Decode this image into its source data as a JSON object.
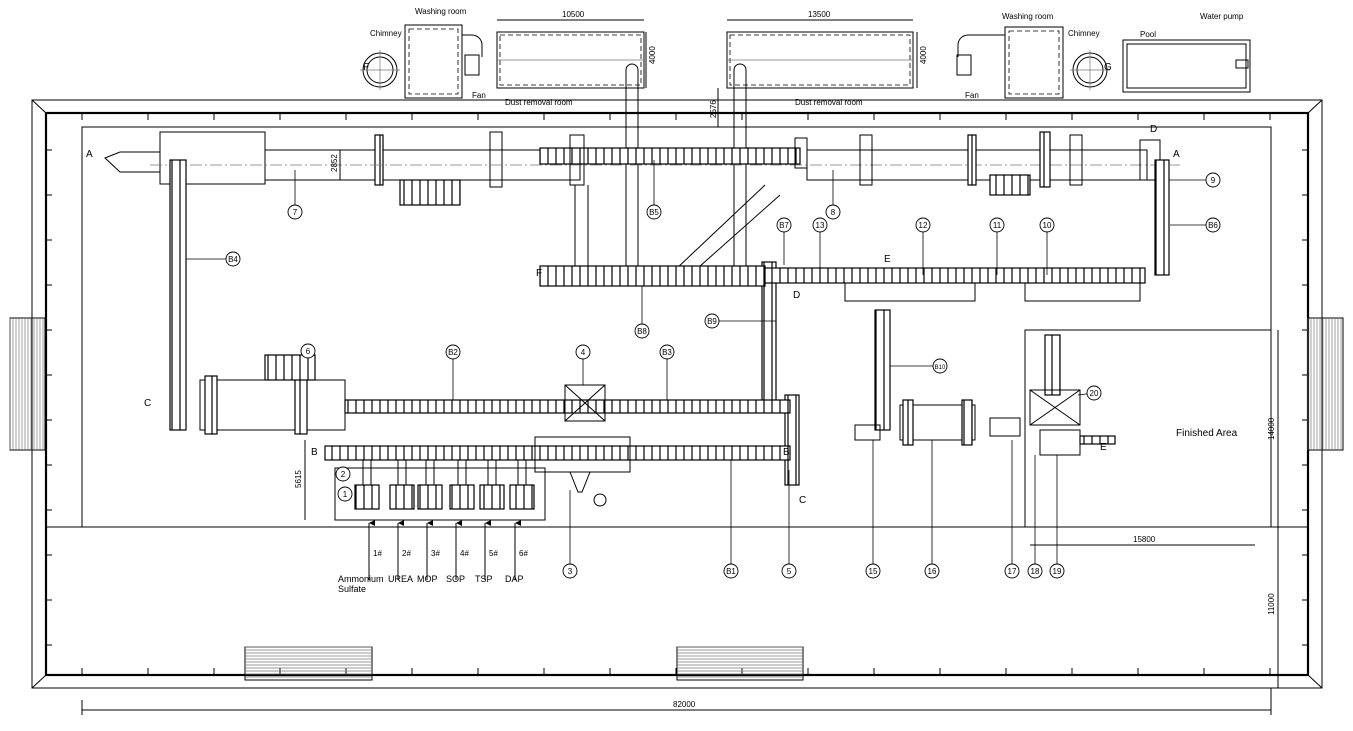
{
  "top": {
    "washing_room_left": "Washing room",
    "washing_room_right": "Washing room",
    "chimney_left": "Chimney",
    "chimney_right": "Chimney",
    "fan_left": "Fan",
    "fan_right": "Fan",
    "dust_room_left": "Dust removal room",
    "dust_room_right": "Dust removal room",
    "pool": "Pool",
    "water_pump": "Water pump",
    "dim_dust_left_w": "10500",
    "dim_dust_left_h": "4000",
    "dim_dust_right_w": "13500",
    "dim_dust_right_h": "4000",
    "dim_offset": "2576"
  },
  "sections": {
    "A": "A",
    "B": "B",
    "C": "C",
    "D": "D",
    "E": "E",
    "F": "F",
    "G": "G"
  },
  "dims": {
    "total_length": "82000",
    "finished_h": "14000",
    "lower_h": "11000",
    "finished_w": "15800",
    "bin_h": "5615",
    "drum_d": "2852"
  },
  "finished_area": "Finished Area",
  "raw_materials": [
    {
      "no": "1#",
      "name": "Ammonium Sulfate"
    },
    {
      "no": "2#",
      "name": "UREA"
    },
    {
      "no": "3#",
      "name": "MOP"
    },
    {
      "no": "4#",
      "name": "SOP"
    },
    {
      "no": "5#",
      "name": "TSP"
    },
    {
      "no": "6#",
      "name": "DAP"
    }
  ],
  "callouts": [
    "1",
    "2",
    "3",
    "4",
    "5",
    "6",
    "7",
    "8",
    "9",
    "10",
    "11",
    "12",
    "13",
    "15",
    "16",
    "17",
    "18",
    "19",
    "20",
    "B1",
    "B2",
    "B3",
    "B4",
    "B5",
    "B6",
    "B7",
    "B8",
    "B9",
    "B10"
  ]
}
